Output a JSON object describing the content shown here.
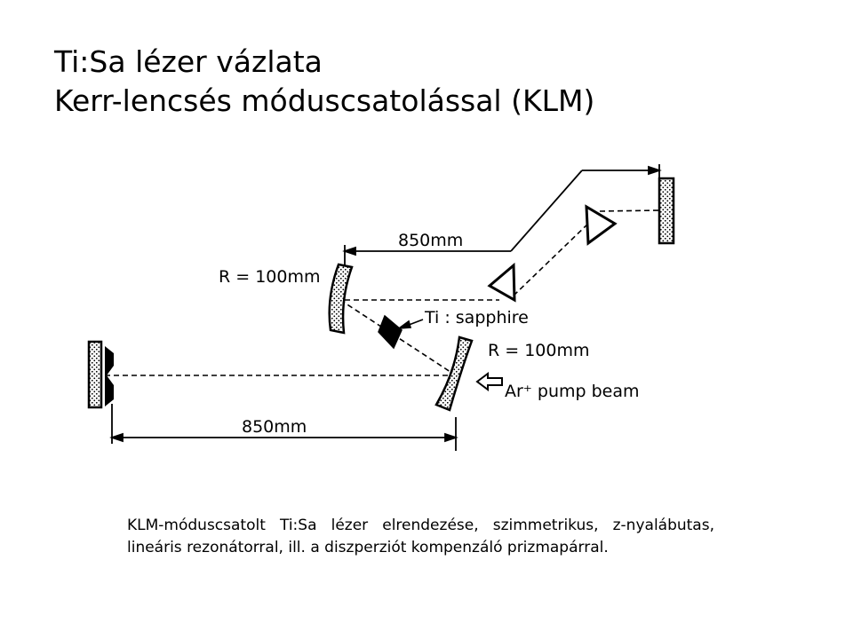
{
  "title": {
    "line1": "Ti:Sa lézer vázlata",
    "line2": "Kerr-lencsés móduscsatolással (KLM)"
  },
  "diagram": {
    "labels": {
      "top_distance": "850mm",
      "bottom_distance": "850mm",
      "mirror_upper_radius": "R = 100mm",
      "mirror_lower_radius": "R = 100mm",
      "crystal": "Ti : sapphire",
      "pump": "Ar⁺ pump beam"
    }
  },
  "caption": "KLM-móduscsatolt Ti:Sa lézer elrendezése, szimmetrikus, z-nyalábutas, lineáris rezonátorral, ill. a diszperziót kompenzáló prizmapárral."
}
